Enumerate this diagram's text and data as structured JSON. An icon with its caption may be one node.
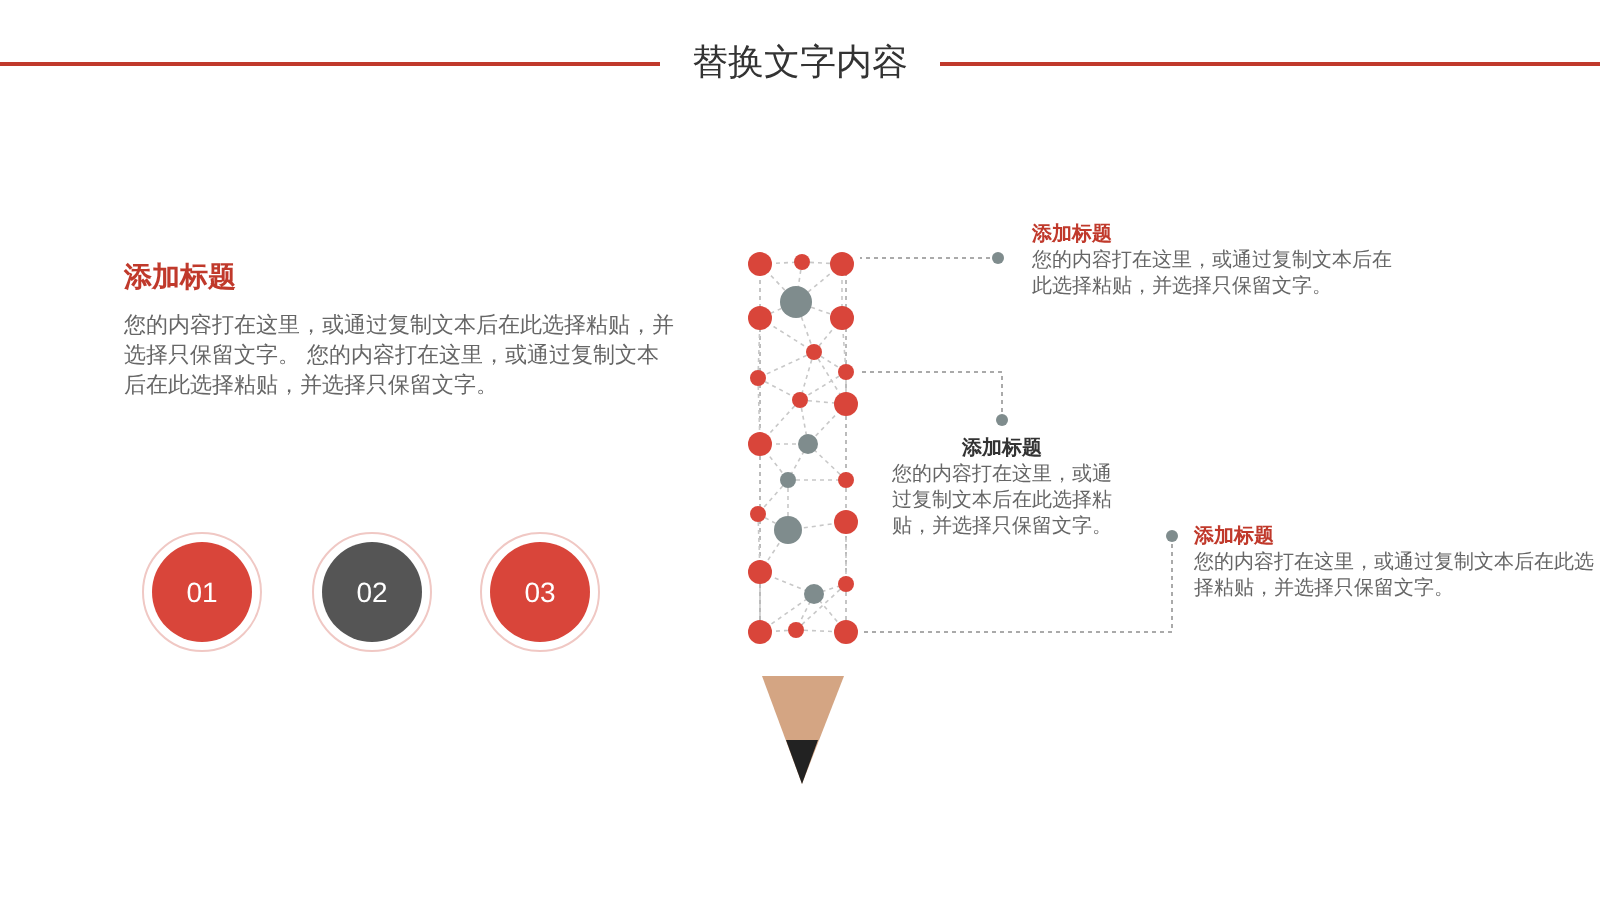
{
  "diagram": {
    "title": "替换文字内容",
    "nodes": [
      {
        "text": [
          "01"
        ]
      },
      {
        "text": [
          "02"
        ]
      },
      {
        "text": [
          "03"
        ]
      },
      {
        "text": [],
        "shape": "picture"
      },
      {
        "text": [
          "添加标题",
          "您的内容打在这里，或通过复制文本后在此选择粘贴，并选择只保留文字。"
        ]
      },
      {
        "text": [
          "添加标题",
          "您的内容打在这里，或通过复制文本后在此选择粘贴，并选择只保留文字。"
        ]
      },
      {
        "text": [
          "添加标题",
          "您的内容打在这里，或通过复制文本后在此选择粘贴，并选择只保留文字。"
        ]
      }
    ],
    "edges": [
      {
        "from": 4,
        "to": 3,
        "arrow": "other",
        "style": "dashed"
      },
      {
        "from": 5,
        "to": 3,
        "arrow": "other",
        "style": "dashed"
      },
      {
        "from": 6,
        "to": 3,
        "arrow": "other",
        "style": "dashed"
      }
    ],
    "labels": [
      "添加标题",
      "您的内容打在这里，或通过复制文本后在此选择粘贴，并选择只保留文字。 您的内容打在这里，或通过复制文本后在此选择粘贴，并选择只保留文字。"
    ]
  }
}
